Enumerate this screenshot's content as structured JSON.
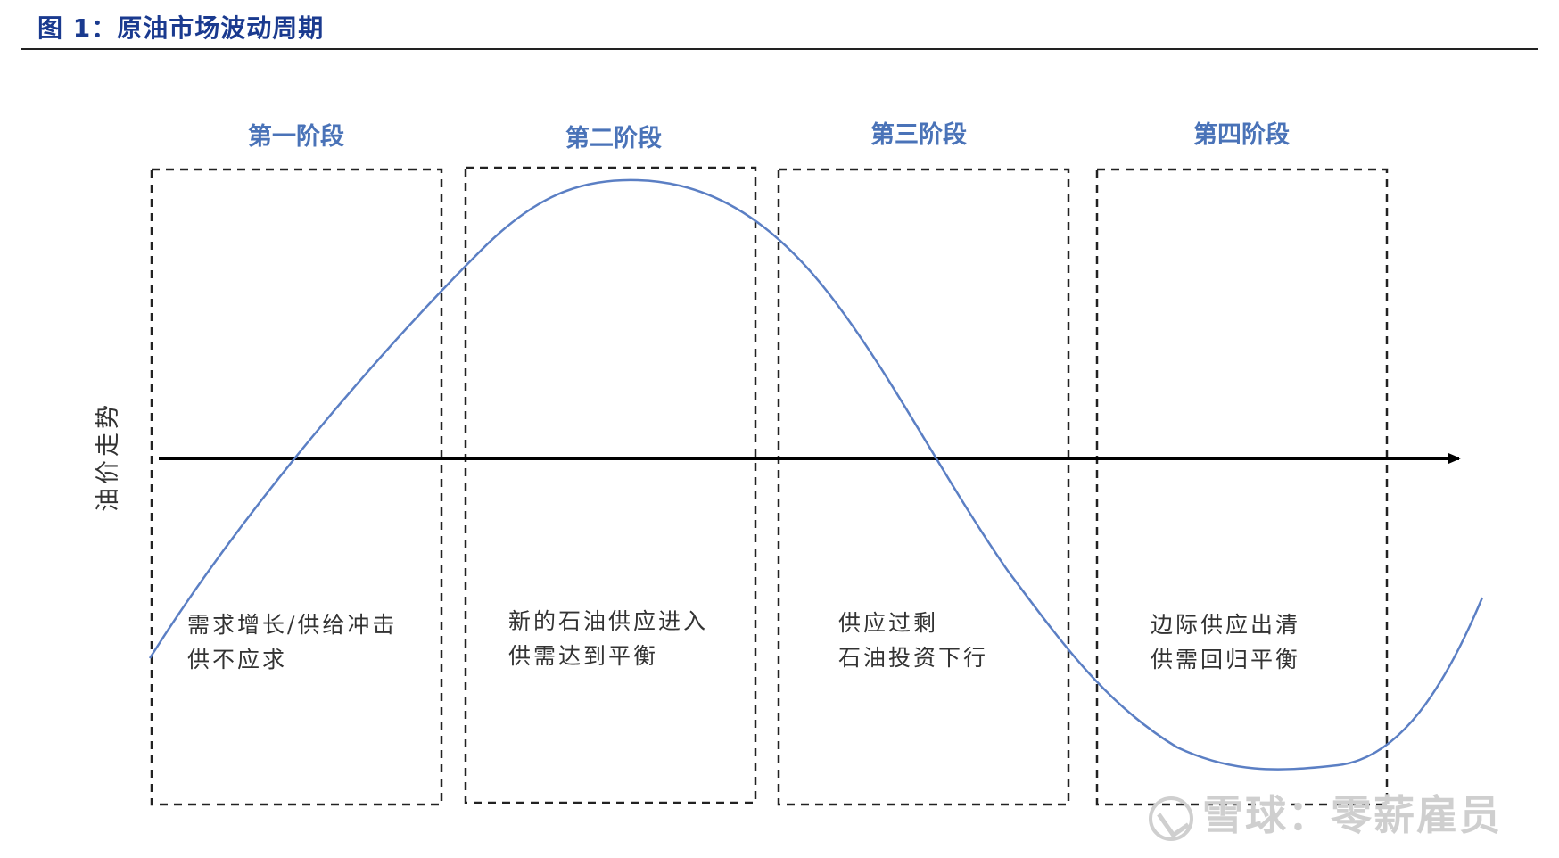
{
  "header": {
    "title": "图 1：原油市场波动周期"
  },
  "axis": {
    "y_label": "油价走势"
  },
  "stages": [
    {
      "label": "第一阶段",
      "lines": [
        "需求增长/供给冲击",
        "供不应求"
      ]
    },
    {
      "label": "第二阶段",
      "lines": [
        "新的石油供应进入",
        "供需达到平衡"
      ]
    },
    {
      "label": "第三阶段",
      "lines": [
        "供应过剩",
        "石油投资下行"
      ]
    },
    {
      "label": "第四阶段",
      "lines": [
        "边际供应出清",
        "供需回归平衡"
      ]
    }
  ],
  "watermark": {
    "text": "雪球：零薪雇员"
  },
  "colors": {
    "curve": "#5b7fc4",
    "stage_label": "#4a73b8",
    "title": "#1a3a8f",
    "axis": "#000000",
    "box_border": "#222222"
  }
}
